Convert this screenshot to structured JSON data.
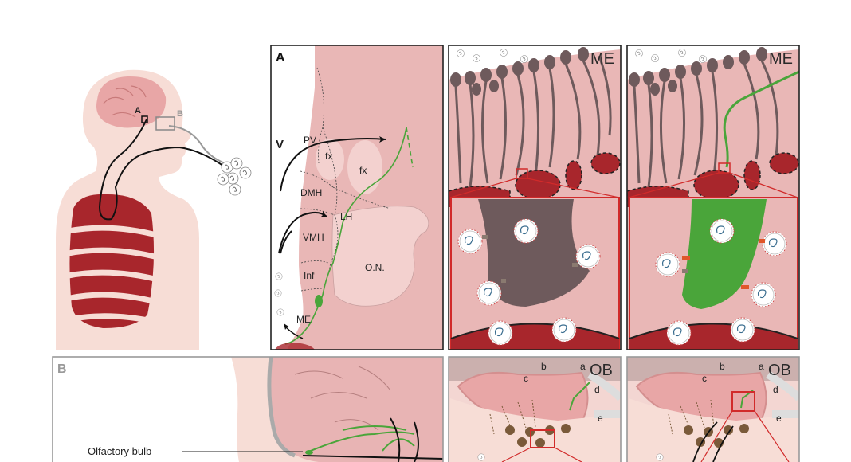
{
  "figure": {
    "panel_a": {
      "letter": "A",
      "labels": {
        "v": "V",
        "pv": "PV",
        "fx1": "fx",
        "fx2": "fx",
        "dmh": "DMH",
        "lh": "LH",
        "vmh": "VMH",
        "inf": "Inf",
        "me": "ME",
        "on": "O.N."
      }
    },
    "panel_me_left": {
      "title": "ME"
    },
    "panel_me_right": {
      "title": "ME"
    },
    "panel_b": {
      "letter": "B",
      "olfactory_bulb": "Olfactory bulb"
    },
    "panel_ob_left": {
      "title": "OB",
      "a": "a",
      "b": "b",
      "c": "c",
      "d": "d",
      "e": "e"
    },
    "panel_ob_right": {
      "title": "OB",
      "a": "a",
      "b": "b",
      "c": "c",
      "d": "d",
      "e": "e"
    },
    "body_inset": {
      "marker_a": "A",
      "marker_b": "B"
    },
    "colors": {
      "tissue": "#e8b4b4",
      "tissue_light": "#f3d3d0",
      "lung": "#a8262c",
      "neuron_dark": "#6e5a5c",
      "neuron_green": "#4aa53a",
      "highlight_red": "#d12a2a"
    }
  }
}
